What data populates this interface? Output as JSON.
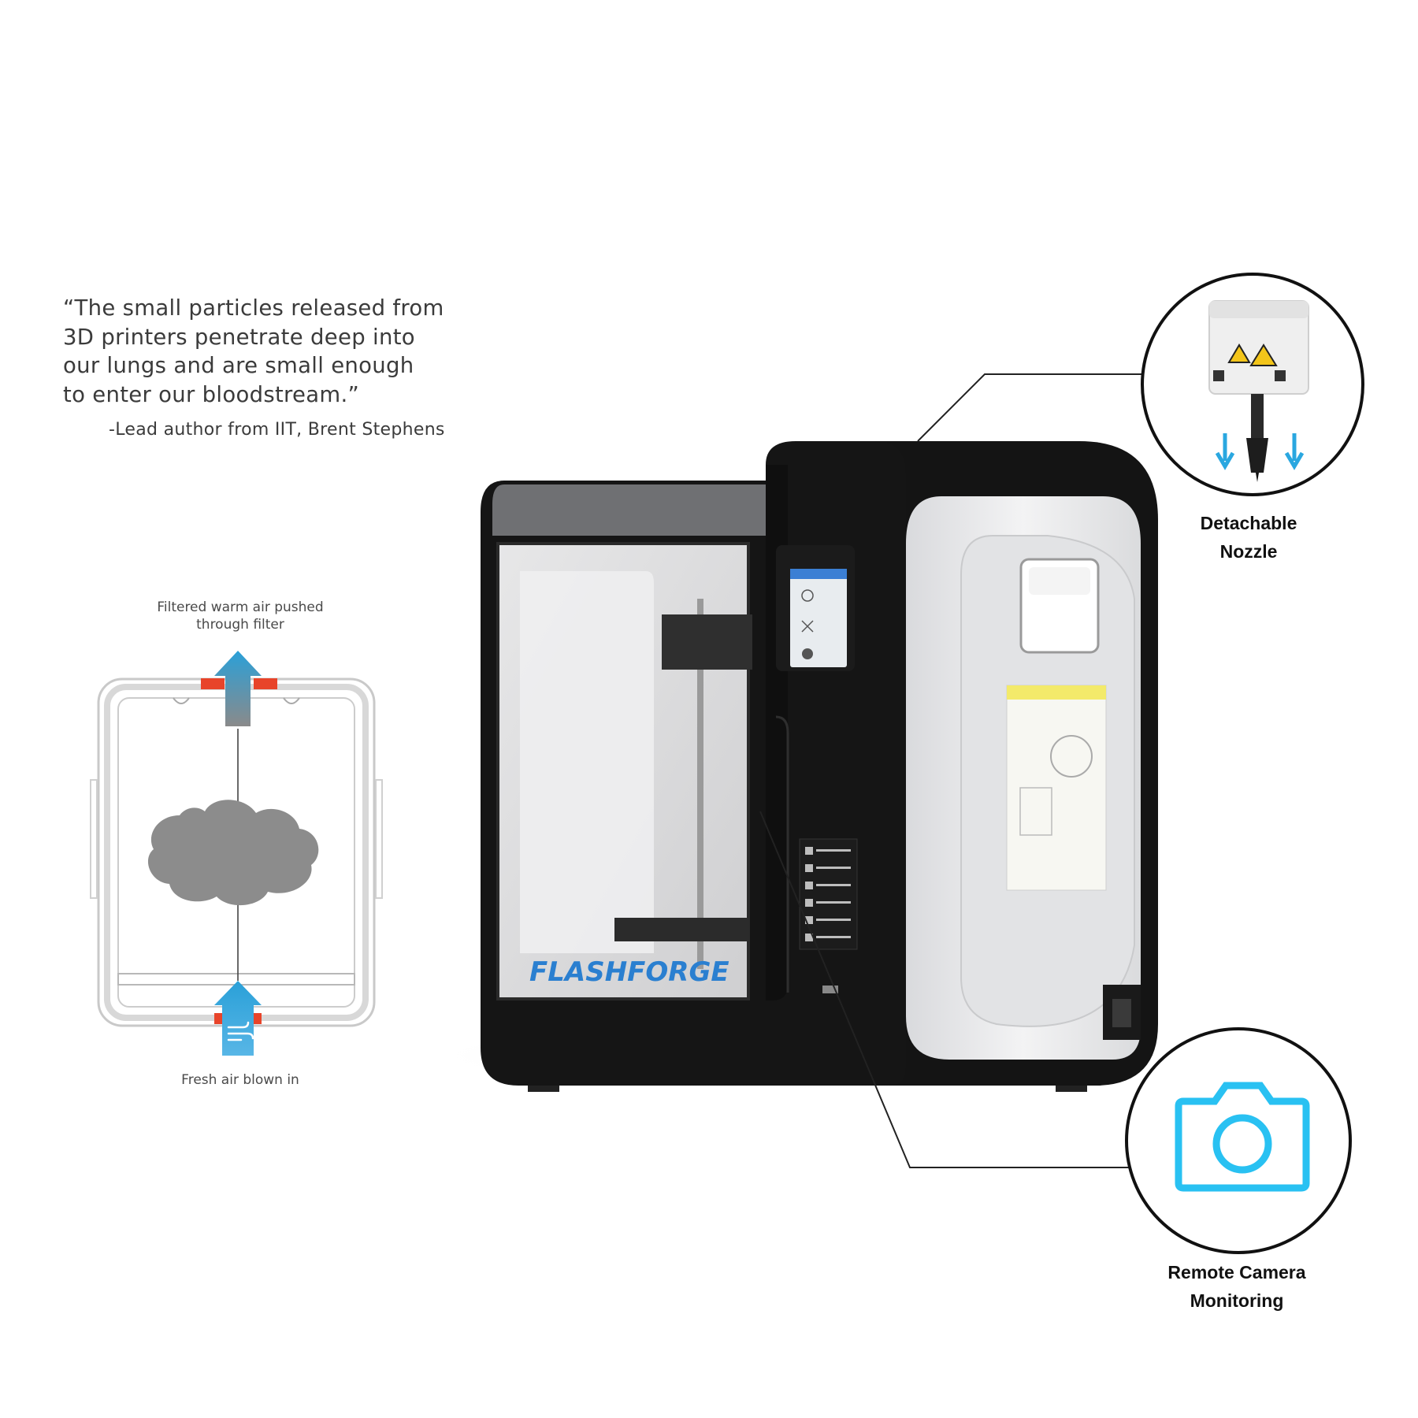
{
  "quote": {
    "lines": [
      "“The small particles released from",
      "3D printers penetrate deep into",
      "our lungs and are small enough",
      "to enter our bloodstream.”"
    ],
    "attribution": "-Lead author from IIT, Brent Stephens"
  },
  "airflow_diagram": {
    "top_label": [
      "Filtered warm air pushed",
      "through filter"
    ],
    "bottom_label": "Fresh air blown in",
    "colors": {
      "frame": "#cfcfcf",
      "filter": "#e8442a",
      "cloud": "#8c8c8c",
      "arrow_blue": "#2aa0d8"
    }
  },
  "printer": {
    "brand_text": "FLASHFORGE",
    "colors": {
      "body_black": "#111111",
      "side_panel": "#e9eaec",
      "brand_blue": "#2a7fd0"
    }
  },
  "callouts": {
    "nozzle": {
      "title": [
        "Detachable",
        "Nozzle"
      ],
      "icon": "nozzle-icon"
    },
    "camera": {
      "title": [
        "Remote Camera",
        "Monitoring"
      ],
      "icon": "camera-icon",
      "color": "#29c1f2"
    }
  }
}
